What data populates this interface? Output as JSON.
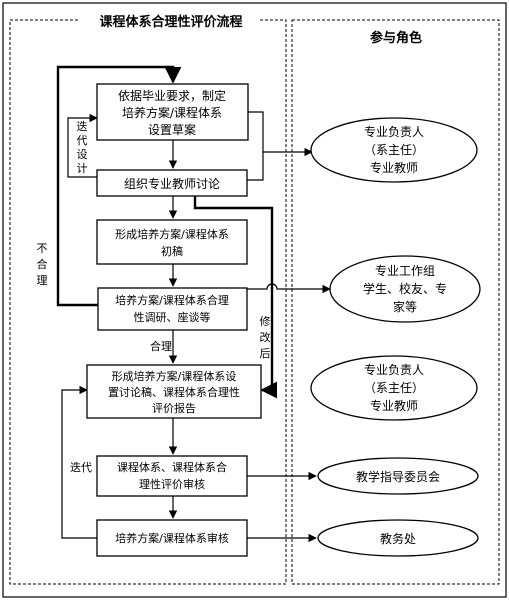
{
  "left_panel": {
    "title": "课程体系合理性评价流程"
  },
  "right_panel": {
    "title": "参与角色"
  },
  "steps": {
    "draft": [
      "依据毕业要求，制定",
      "培养方案/课程体系",
      "设置草案"
    ],
    "discuss": [
      "组织专业教师讨论"
    ],
    "initial": [
      "形成培养方案/课程体系",
      "初稿"
    ],
    "survey": [
      "培养方案/课程体系合理",
      "性调研、座谈等"
    ],
    "report": [
      "形成培养方案/课程体系设",
      "置讨论稿、课程体系合理性",
      "评价报告"
    ],
    "review": [
      "课程体系、课程体系合",
      "理性评价审核"
    ],
    "audit": [
      "培养方案/课程体系审核"
    ]
  },
  "roles": {
    "role1": [
      "专业负责人",
      "（系主任）",
      "专业教师"
    ],
    "role2": [
      "专业工作组",
      "学生、校友、专",
      "家等"
    ],
    "role3": [
      "专业负责人",
      "（系主任）",
      "专业教师"
    ],
    "role4": [
      "教学指导委员会"
    ],
    "role5": [
      "教务处"
    ]
  },
  "edge_labels": {
    "iterate_design": [
      "迭",
      "代",
      "设",
      "计"
    ],
    "unreasonable": [
      "不",
      "合",
      "理"
    ],
    "revised": [
      "修",
      "改",
      "后"
    ],
    "reasonable": "合理",
    "iterate": "迭代"
  }
}
